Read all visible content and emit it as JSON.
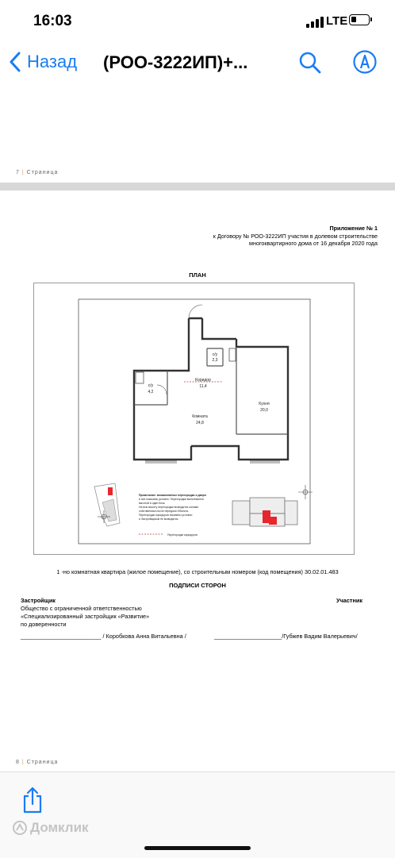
{
  "status": {
    "time": "16:03",
    "network": "LTE"
  },
  "nav": {
    "back_label": "Назад",
    "title": "(РОО-3222ИП)+..."
  },
  "pages": {
    "prev_footer": {
      "number": "7",
      "label": "Страница"
    },
    "next_footer": {
      "number": "8",
      "label": "Страница"
    }
  },
  "doc": {
    "appendix_title": "Приложение № 1",
    "appendix_line1": "к Договору № РОО-3222ИП участия в долевом строительстве",
    "appendix_line2": "многоквартирного дома от 16 декабря 2020 года",
    "plan_heading": "ПЛАН",
    "rooms": {
      "bath1_label": "с/у",
      "bath1_area": "2,3",
      "bath2_label": "с/у",
      "bath2_area": "4,2",
      "corridor_label": "Коридор",
      "corridor_area": "11,4",
      "kitchen_label": "Кухня",
      "kitchen_area": "20,0",
      "room_label": "Комната",
      "room_area": "24,8"
    },
    "note_lines": [
      "Примечание: межкомнатные перегородки и двери",
      "в них показаны условно. Перегородки выполняются",
      "высотой в один блок.",
      "На всю высоту перегородки возводятся силами",
      "собственника после передачи Объекта.",
      "Перегородки коридоров показаны условно",
      "и Застройщиком не возводятся."
    ],
    "legend_label": "Перегородки коридоров",
    "apartment_desc": "1 -но комнатная квартира (жилое помещение), со строительным номером (код помещения) 30.02.01.483",
    "signatures_heading": "ПОДПИСИ СТОРОН",
    "developer_heading": "Застройщик",
    "developer_line1": "Общество с ограниченной ответственностью",
    "developer_line2": "«Специализированный застройщик «Развитие»",
    "developer_line3": "по доверенности",
    "participant_heading": "Участник",
    "developer_sign": "_________________________ / Коробкова Анна Витальевна /",
    "participant_sign": "_____________________/Губжев Вадим Валерьевич/"
  },
  "toolbar": {
    "watermark": "Домклик"
  },
  "colors": {
    "accent": "#1a7cf5",
    "highlight": "#e8262d"
  }
}
